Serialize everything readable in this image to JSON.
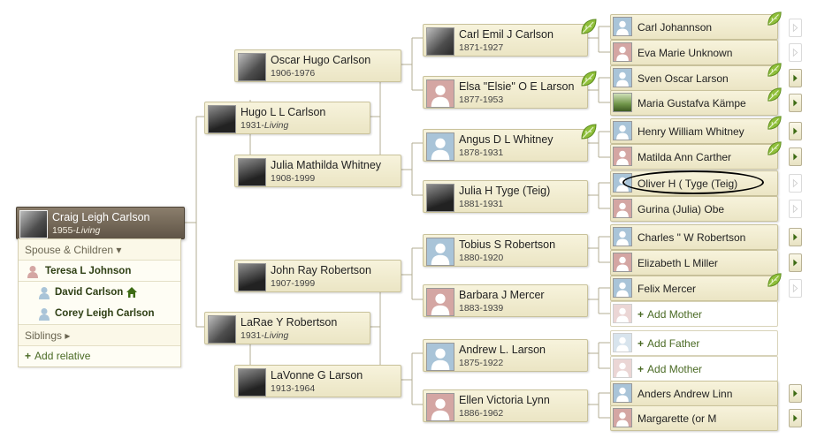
{
  "root": {
    "name": "Craig Leigh Carlson",
    "birth": "1955-",
    "status": "Living"
  },
  "family_panel": {
    "spouse_children_label": "Spouse & Children ▾",
    "spouse": "Teresa L Johnson",
    "children": [
      "David Carlson",
      "Corey Leigh Carlson"
    ],
    "siblings_label": "Siblings ▸",
    "add_relative_label": "Add relative"
  },
  "gen1": {
    "father": {
      "name": "Hugo L L Carlson",
      "birth": "1931-",
      "status": "Living"
    },
    "mother": {
      "name": "LaRae Y Robertson",
      "birth": "1931-",
      "status": "Living"
    }
  },
  "gen2": [
    {
      "name": "Oscar Hugo Carlson",
      "dates": "1906-1976"
    },
    {
      "name": "Julia Mathilda Whitney",
      "dates": "1908-1999"
    },
    {
      "name": "John Ray Robertson",
      "dates": "1907-1999"
    },
    {
      "name": "LaVonne G Larson",
      "dates": "1913-1964"
    }
  ],
  "gen3": [
    {
      "name": "Carl Emil J Carlson",
      "dates": "1871-1927"
    },
    {
      "name": "Elsa \"Elsie\" O E Larson",
      "dates": "1877-1953"
    },
    {
      "name": "Angus D L Whitney",
      "dates": "1878-1931"
    },
    {
      "name": "Julia H Tyge (Teig)",
      "dates": "1881-1931"
    },
    {
      "name": "Tobius S Robertson",
      "dates": "1880-1920"
    },
    {
      "name": "Barbara J Mercer",
      "dates": "1883-1939"
    },
    {
      "name": "Andrew L. Larson",
      "dates": "1875-1922"
    },
    {
      "name": "Ellen Victoria Lynn",
      "dates": "1886-1962"
    }
  ],
  "gen4": [
    {
      "name": "Carl Johannson"
    },
    {
      "name": "Eva Marie Unknown"
    },
    {
      "name": "Sven Oscar Larson"
    },
    {
      "name": "Maria Gustafva Kämpe"
    },
    {
      "name": "Henry William Whitney"
    },
    {
      "name": "Matilda Ann Carther"
    },
    {
      "name": "Oliver H ( Tyge (Teig)"
    },
    {
      "name": "Gurina (Julia) Obe"
    },
    {
      "name": "Charles \" W Robertson"
    },
    {
      "name": "Elizabeth L Miller"
    },
    {
      "name": "Felix Mercer"
    },
    {
      "name": "Add Mother"
    },
    {
      "name": "Add Father"
    },
    {
      "name": "Add Mother"
    },
    {
      "name": "Anders Andrew Linn"
    },
    {
      "name": "Margarette (or M"
    }
  ],
  "colors": {
    "card_bg": "#f1ecd2",
    "root_bg": "#6f6455",
    "leaf": "#8fbf3a",
    "arrow": "#3d6b14",
    "male_silhouette": "#a9c4d8",
    "female_silhouette": "#d4a6a3"
  },
  "icons": {
    "leaf": "hint-leaf-icon",
    "arrow": "expand-arrow-icon",
    "home": "home-icon",
    "male": "male-silhouette-icon",
    "female": "female-silhouette-icon"
  }
}
